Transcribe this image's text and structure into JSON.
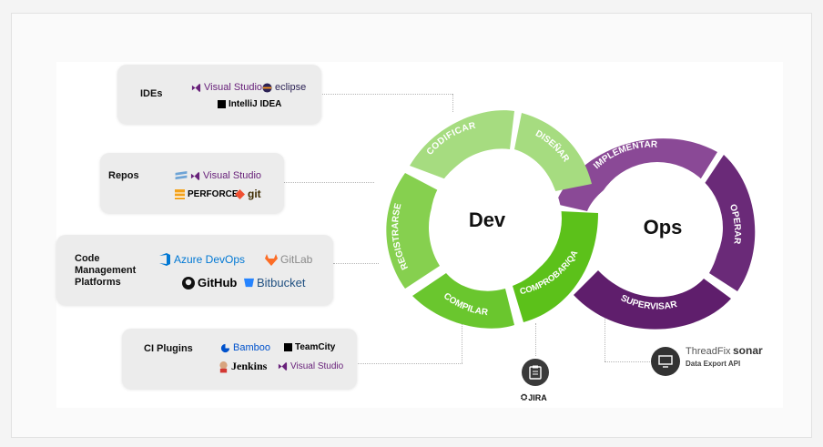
{
  "cards": {
    "ides": {
      "title": "IDEs",
      "logos": [
        "Visual Studio",
        "eclipse",
        "IntelliJ IDEA"
      ]
    },
    "repos": {
      "title": "Repos",
      "logos": [
        "Visual Studio",
        "PERFORCE",
        "git"
      ]
    },
    "cmp": {
      "title_lines": [
        "Code",
        "Management",
        "Platforms"
      ],
      "logos": [
        "Azure DevOps",
        "GitLab",
        "GitHub",
        "Bitbucket"
      ]
    },
    "ci": {
      "title": "CI Plugins",
      "logos": [
        "Bamboo",
        "TeamCity",
        "Jenkins",
        "Visual Studio"
      ]
    }
  },
  "dev_loop": {
    "center": "Dev",
    "segments": [
      "CODIFICAR",
      "DISEÑAR",
      "REGISTRARSE",
      "COMPILAR",
      "COMPROBAR/QA"
    ],
    "colors": {
      "light": "#a6dc80",
      "mid": "#86d04f",
      "bright": "#5cc11a"
    }
  },
  "ops_loop": {
    "center": "Ops",
    "segments": [
      "IMPLEMENTAR",
      "OPERAR",
      "SUPERVISAR"
    ],
    "colors": {
      "light": "#8a4996",
      "dark": "#5f1e6c"
    }
  },
  "jira": {
    "label": "JIRA",
    "icon": "clipboard-icon"
  },
  "export": {
    "logos": [
      "ThreadFix",
      "sonar"
    ],
    "caption": "Data Export API",
    "icon": "monitor-icon"
  }
}
